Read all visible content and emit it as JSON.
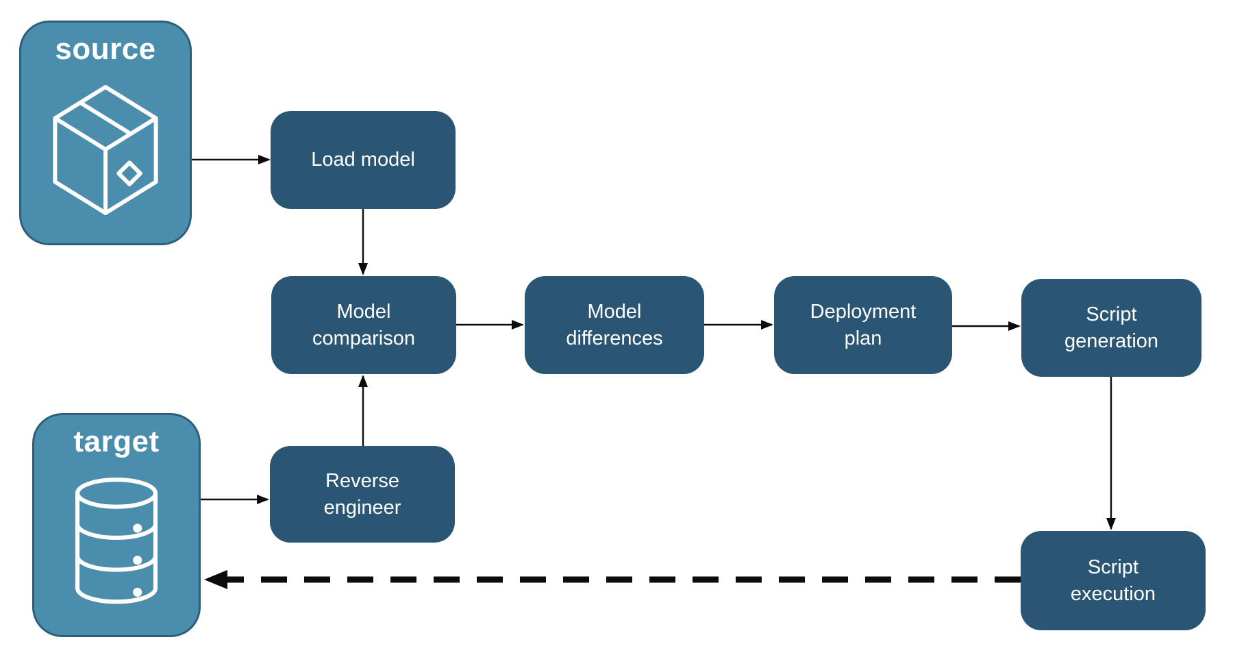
{
  "diagram": {
    "background": "#FFFFFF",
    "colors": {
      "process_fill": "#2A5674",
      "endpoint_fill": "#4A8DAC",
      "endpoint_border": "#2D5F78",
      "arrow_color": "#0B0B0B",
      "text_color": "#FFFFFF"
    },
    "nodes": {
      "source": {
        "label": "source",
        "icon": "package-icon",
        "type": "endpoint"
      },
      "target": {
        "label": "target",
        "icon": "database-icon",
        "type": "endpoint"
      },
      "load_model": {
        "label": "Load model",
        "type": "process"
      },
      "model_comparison": {
        "label": "Model comparison",
        "type": "process"
      },
      "model_differences": {
        "label": "Model differences",
        "type": "process"
      },
      "deployment_plan": {
        "label": "Deployment plan",
        "type": "process"
      },
      "script_generation": {
        "label": "Script generation",
        "type": "process"
      },
      "reverse_engineer": {
        "label": "Reverse engineer",
        "type": "process"
      },
      "script_execution": {
        "label": "Script execution",
        "type": "process"
      }
    },
    "edges": [
      {
        "from": "source",
        "to": "load_model",
        "style": "solid"
      },
      {
        "from": "load_model",
        "to": "model_comparison",
        "style": "solid"
      },
      {
        "from": "target",
        "to": "reverse_engineer",
        "style": "solid"
      },
      {
        "from": "reverse_engineer",
        "to": "model_comparison",
        "style": "solid"
      },
      {
        "from": "model_comparison",
        "to": "model_differences",
        "style": "solid"
      },
      {
        "from": "model_differences",
        "to": "deployment_plan",
        "style": "solid"
      },
      {
        "from": "deployment_plan",
        "to": "script_generation",
        "style": "solid"
      },
      {
        "from": "script_generation",
        "to": "script_execution",
        "style": "solid"
      },
      {
        "from": "script_execution",
        "to": "target",
        "style": "dashed"
      }
    ]
  }
}
